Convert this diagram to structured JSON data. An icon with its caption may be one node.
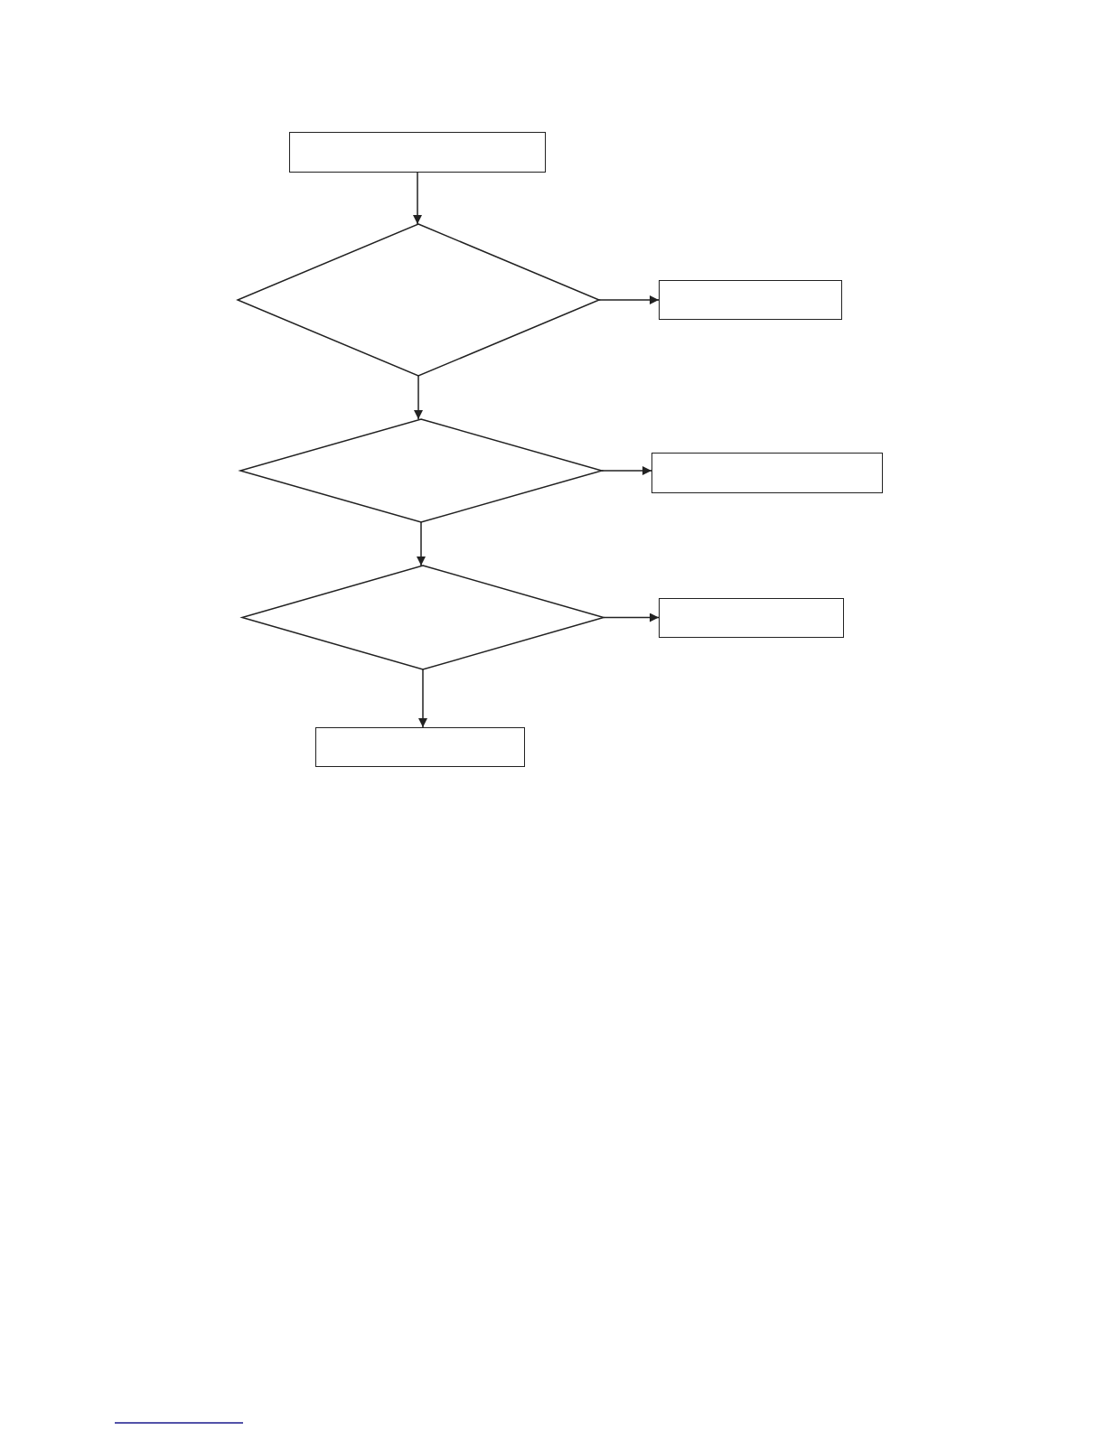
{
  "diagram": {
    "nodes": [
      {
        "text": [],
        "shape": "box"
      },
      {
        "text": [],
        "shape": "diamond"
      },
      {
        "text": [],
        "shape": "box"
      },
      {
        "text": [],
        "shape": "diamond"
      },
      {
        "text": [],
        "shape": "box"
      },
      {
        "text": [],
        "shape": "diamond"
      },
      {
        "text": [],
        "shape": "box"
      },
      {
        "text": [],
        "shape": "box"
      }
    ],
    "edges": [
      {
        "from": 0,
        "to": 1,
        "arrow": "to"
      },
      {
        "from": 1,
        "to": 2,
        "arrow": "to"
      },
      {
        "from": 1,
        "to": 3,
        "arrow": "to"
      },
      {
        "from": 3,
        "to": 4,
        "arrow": "to"
      },
      {
        "from": 3,
        "to": 5,
        "arrow": "to"
      },
      {
        "from": 5,
        "to": 6,
        "arrow": "to"
      },
      {
        "from": 5,
        "to": 7,
        "arrow": "to"
      }
    ]
  }
}
